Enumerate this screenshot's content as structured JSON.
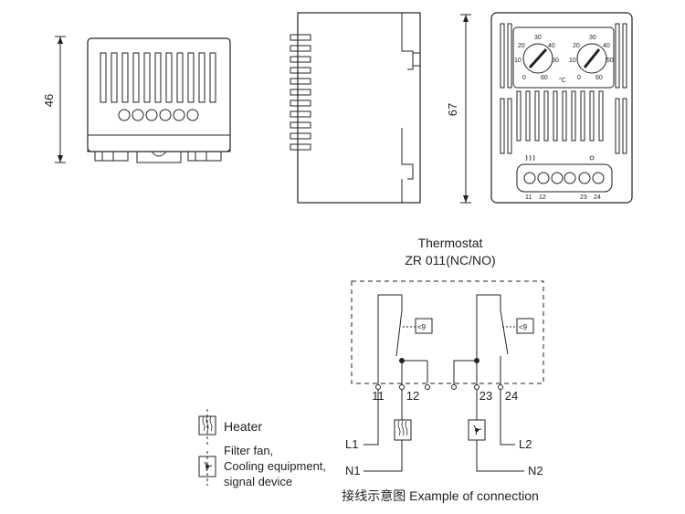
{
  "dimensions": {
    "height_front": "46",
    "height_side": "67"
  },
  "front_view": {
    "dial_left_scale": [
      "30",
      "20",
      "40",
      "10",
      "50",
      "0",
      "60"
    ],
    "dial_right_scale": [
      "30",
      "20",
      "40",
      "10",
      "50",
      "0",
      "60"
    ],
    "unit": "°C",
    "terminal_labels": [
      "11",
      "12",
      "23",
      "24"
    ]
  },
  "schematic": {
    "title_line1": "Thermostat",
    "title_line2": "ZR 011(NC/NO)",
    "switch_left_label": "<9",
    "switch_right_label": "<9",
    "terminals": [
      "11",
      "12",
      "23",
      "24"
    ],
    "L1": "L1",
    "N1": "N1",
    "L2": "L2",
    "N2": "N2"
  },
  "legend": {
    "heater_label": "Heater",
    "fan_label_line1": "Filter fan,",
    "fan_label_line2": "Cooling equipment,",
    "fan_label_line3": "signal device"
  },
  "caption": "接线示意图 Example of connection"
}
